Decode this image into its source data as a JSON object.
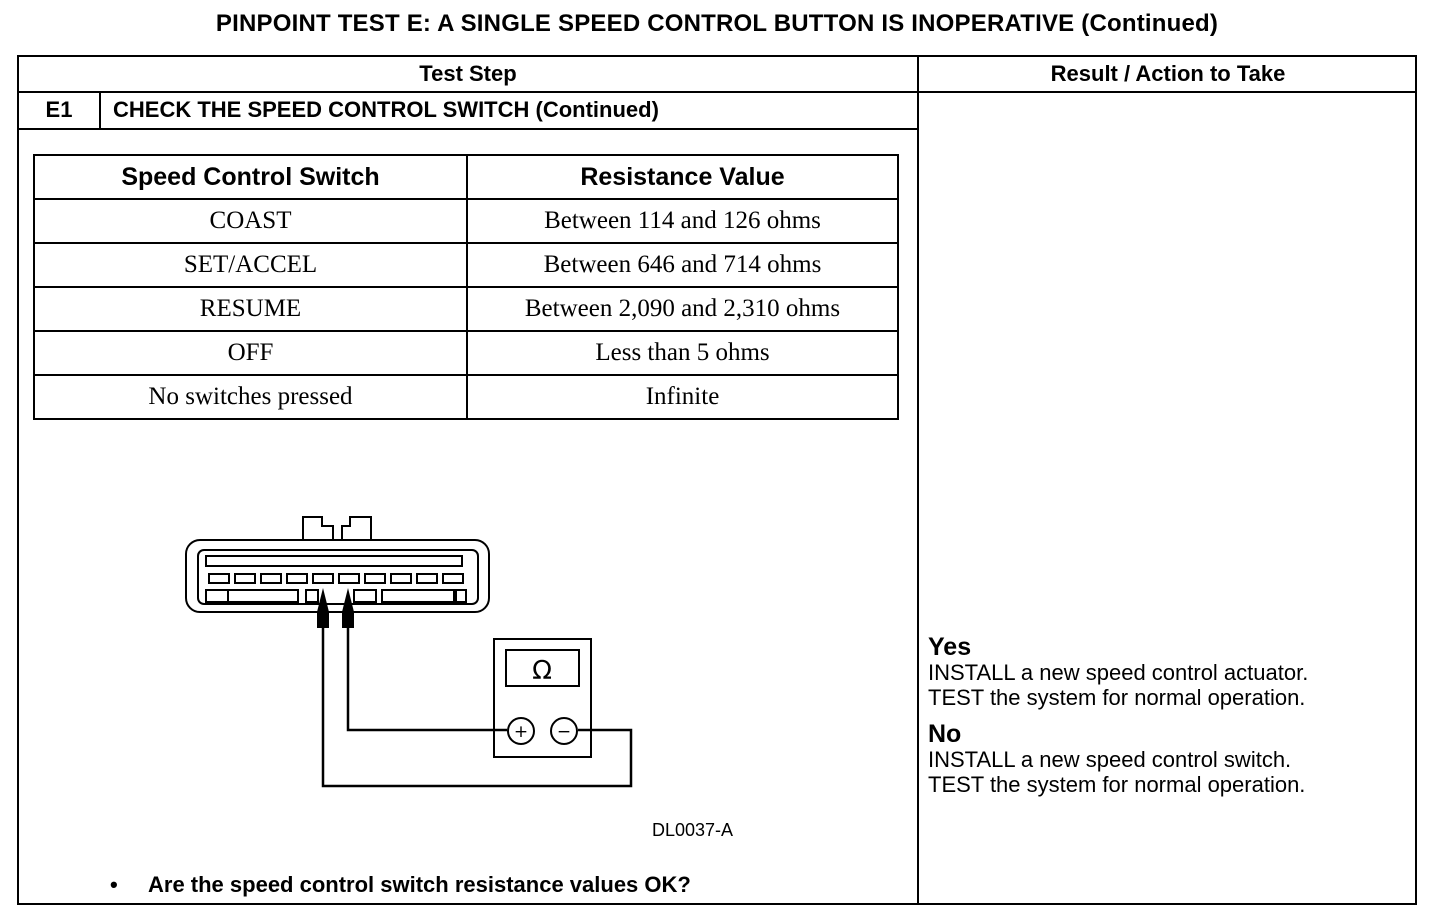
{
  "title": "PINPOINT TEST E: A SINGLE SPEED CONTROL BUTTON IS INOPERATIVE (Continued)",
  "headers": {
    "test_step": "Test Step",
    "result": "Result / Action to Take"
  },
  "step": {
    "id": "E1",
    "title": "CHECK THE SPEED CONTROL SWITCH (Continued)"
  },
  "resistance_table": {
    "columns": [
      "Speed Control Switch",
      "Resistance Value"
    ],
    "rows": [
      [
        "COAST",
        "Between 114 and 126 ohms"
      ],
      [
        "SET/ACCEL",
        "Between 646 and 714 ohms"
      ],
      [
        "RESUME",
        "Between 2,090 and 2,310 ohms"
      ],
      [
        "OFF",
        "Less than 5 ohms"
      ],
      [
        "No switches pressed",
        "Infinite"
      ]
    ]
  },
  "diagram": {
    "meter_symbol": "Ω",
    "plus": "+",
    "minus": "−",
    "figure_code": "DL0037-A"
  },
  "question": {
    "bullet": "•",
    "text": "Are the speed control switch resistance values OK?"
  },
  "results": {
    "yes": {
      "label": "Yes",
      "line1": "INSTALL a new speed control actuator.",
      "line2": "TEST the system for normal operation."
    },
    "no": {
      "label": "No",
      "line1": "INSTALL a new speed control switch.",
      "line2": "TEST the system for normal operation."
    }
  }
}
